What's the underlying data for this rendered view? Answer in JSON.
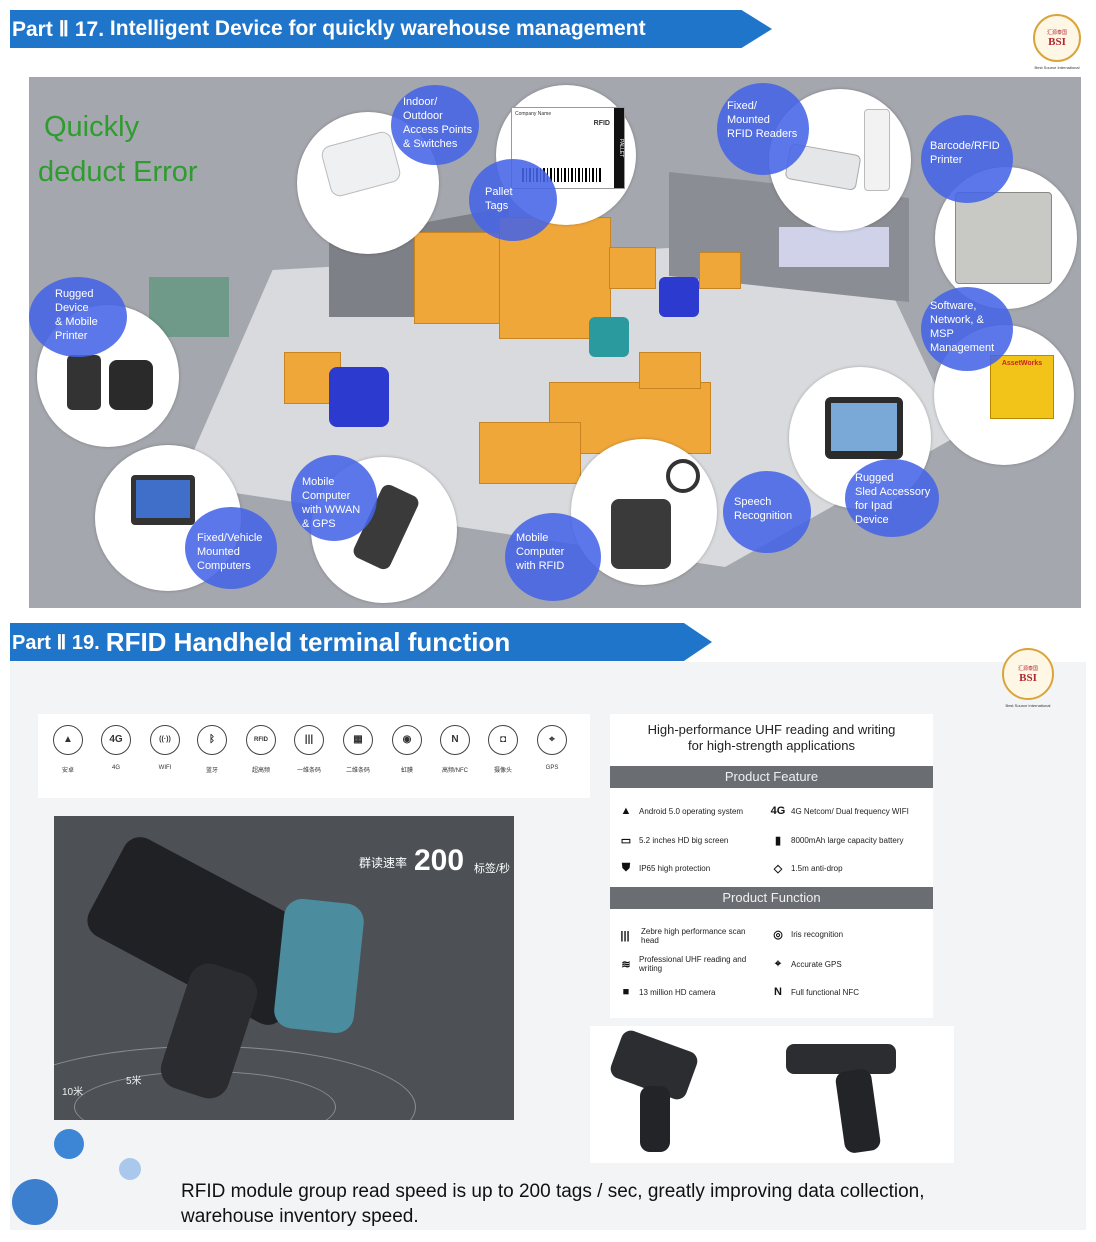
{
  "section1": {
    "title_prefix": "Part Ⅱ 17.",
    "title": "Intelligent Device  for quickly warehouse management",
    "quick_line1": "Quickly",
    "quick_line2": "deduct Error",
    "labels": {
      "access_points": "Indoor/\nOutdoor\nAccess Points\n& Switches",
      "pallet_tags": "Pallet\nTags",
      "rfid_readers": "Fixed/\nMounted\nRFID Readers",
      "barcode_printer": "Barcode/RFID\nPrinter",
      "rugged_device": "Rugged\nDevice\n& Mobile\nPrinter",
      "software": "Software,\nNetwork, &\nMSP\nManagement",
      "fixed_vehicle": "Fixed/Vehicle\nMounted\nComputers",
      "mobile_wwan": "Mobile\nComputer\nwith WWAN\n& GPS",
      "mobile_rfid": "Mobile\nComputer\nwith RFID",
      "speech": "Speech\nRecognition",
      "rugged_sled": "Rugged\nSled Accessory\nfor Ipad\nDevice"
    },
    "tag_text": {
      "company": "Company Name",
      "rfid": "RFID",
      "pallet": "PALLET"
    },
    "software_box": "AssetWorks"
  },
  "logo": {
    "top": "汇源泰国",
    "text": "BSI",
    "sub": "Best Source International"
  },
  "section2": {
    "title_prefix": "Part Ⅱ 19.",
    "title": "RFID Handheld terminal function",
    "icons": [
      {
        "label": "安卓",
        "glyph": "▲"
      },
      {
        "label": "4G",
        "glyph": "4G"
      },
      {
        "label": "WIFI",
        "glyph": "((·))"
      },
      {
        "label": "蓝牙",
        "glyph": "ᛒ"
      },
      {
        "label": "超高频",
        "glyph": "RFID"
      },
      {
        "label": "一维条码",
        "glyph": "|||"
      },
      {
        "label": "二维条码",
        "glyph": "▦"
      },
      {
        "label": "虹膜",
        "glyph": "◉"
      },
      {
        "label": "高频/NFC",
        "glyph": "N"
      },
      {
        "label": "摄像头",
        "glyph": "◘"
      },
      {
        "label": "GPS",
        "glyph": "⌖"
      }
    ],
    "photo_label": "群读速率",
    "photo_value": "200",
    "photo_unit": "标签/秒",
    "ring_5": "5米",
    "ring_10": "10米",
    "spec_title": "High-performance UHF reading and writing\nfor high-strength applications",
    "feature_header": "Product Feature",
    "features": [
      {
        "glyph": "▲",
        "text": "Android 5.0 operating system"
      },
      {
        "glyph": "4G",
        "text": "4G Netcom/ Dual frequency WIFI"
      },
      {
        "glyph": "▭",
        "text": "5.2 inches HD big screen"
      },
      {
        "glyph": "▮",
        "text": "8000mAh large capacity battery"
      },
      {
        "glyph": "⛊",
        "text": "IP65 high protection"
      },
      {
        "glyph": "◇",
        "text": "1.5m anti-drop"
      }
    ],
    "function_header": "Product Function",
    "functions": [
      {
        "glyph": "|||",
        "text": "Zebre high performance scan\nhead"
      },
      {
        "glyph": "◎",
        "text": "Iris recognition"
      },
      {
        "glyph": "≋",
        "text": "Professional UHF reading and\nwriting"
      },
      {
        "glyph": "⌖",
        "text": "Accurate GPS"
      },
      {
        "glyph": "■",
        "text": "13 million HD camera"
      },
      {
        "glyph": "N",
        "text": "Full functional NFC"
      }
    ],
    "caption": "RFID module group read speed is up to 200 tags / sec, greatly improving data collection, warehouse inventory speed."
  },
  "colors": {
    "banner": "#1f75c9",
    "label_bubble": "#4664e6",
    "quick_text": "#2e9c2e",
    "spec_header": "#6a6d72"
  }
}
